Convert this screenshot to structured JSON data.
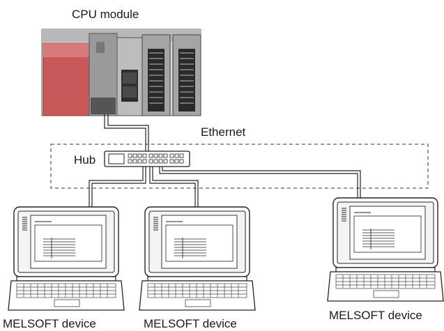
{
  "labels": {
    "cpu_module": "CPU module",
    "ethernet": "Ethernet",
    "hub": "Hub",
    "device_1": "MELSOFT device",
    "device_2": "MELSOFT device",
    "device_3": "MELSOFT device"
  },
  "colors": {
    "plc_red": "#c8585a",
    "plc_gray": "#8c8c8c",
    "cable": "#222222"
  },
  "icons": [
    "plc-cpu-module-icon",
    "ethernet-hub-icon",
    "laptop-icon"
  ]
}
